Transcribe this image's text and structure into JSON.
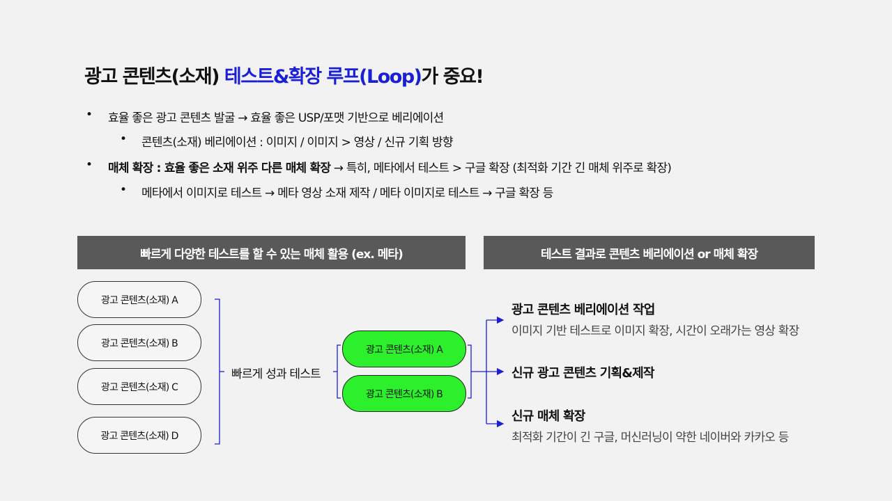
{
  "title": {
    "prefix": "광고 콘텐츠(소재) ",
    "highlight": "테스트&확장 루프(Loop)",
    "suffix": "가 중요!"
  },
  "bullets": [
    {
      "dot": "•",
      "text": "효율 좋은 광고 콘텐츠 발굴 → 효율 좋은 USP/포맷 기반으로 베리에이션"
    },
    {
      "dot": "•",
      "text": "콘텐츠(소재) 베리에이션 : 이미지 / 이미지 > 영상 / 신규 기획 방향"
    },
    {
      "dot": "•",
      "strong": "매체 확장 : 효율 좋은 소재 위주 다른 매체 확장",
      "text": " → 특히, 메타에서 테스트 > 구글 확장 (최적화 기간 긴 매체 위주로 확장)"
    },
    {
      "dot": "•",
      "text": "메타에서 이미지로 테스트 → 메타 영상 소재 제작 / 메타 이미지로 테스트 → 구글 확장 등"
    }
  ],
  "headers": {
    "left": "빠르게 다양한 테스트를 할 수 있는 매체 활용 (ex. 메타)",
    "right": "테스트 결과로 콘텐츠 베리에이션 or 매체 확장"
  },
  "creatives": [
    "광고 콘텐츠(소재) A",
    "광고 콘텐츠(소재) B",
    "광고 콘텐츠(소재) C",
    "광고 콘텐츠(소재) D"
  ],
  "mid_label": "빠르게 성과 테스트",
  "winners": [
    "광고 콘텐츠(소재) A",
    "광고 콘텐츠(소재) B"
  ],
  "outcomes": [
    {
      "title": "광고 콘텐츠 베리에이션 작업",
      "sub": "이미지 기반 테스트로 이미지 확장, 시간이 오래가는 영상 확장"
    },
    {
      "title": "신규 광고 콘텐츠 기획&제작",
      "sub": ""
    },
    {
      "title": "신규 매체 확장",
      "sub": "최적화 기간이 긴 구글, 머신러닝이 약한 네이버와 카카오 등"
    }
  ],
  "colors": {
    "highlight": "#1a1fd6",
    "winner_fill": "#2bf02b",
    "header_fill": "#595959",
    "line": "#1a1fd6"
  }
}
